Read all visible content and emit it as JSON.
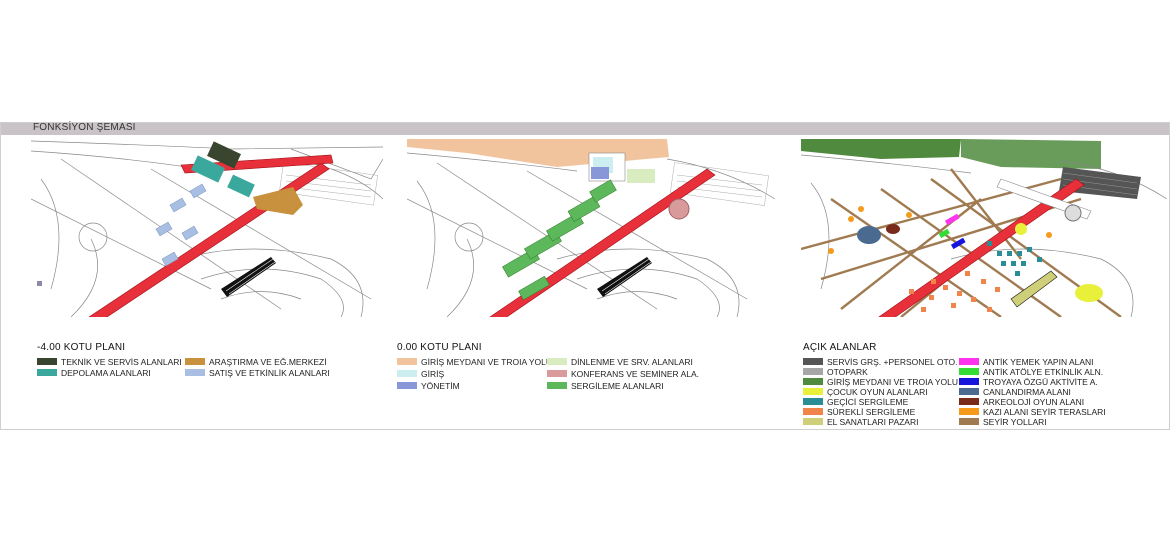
{
  "header": {
    "title": "FONKSİYON ŞEMASI"
  },
  "panels": [
    {
      "plan_label": "-4.00 KOTU PLANI",
      "legend": [
        {
          "label": "TEKNİK VE SERVİS ALANLARI",
          "color": "#3a4530"
        },
        {
          "label": "DEPOLAMA ALANLARI",
          "color": "#3aa89c"
        },
        {
          "label": "ARAŞTIRMA VE EĞ.MERKEZİ",
          "color": "#c8913e"
        },
        {
          "label": "SATIŞ VE ETKİNLİK ALANLARI",
          "color": "#a8bfe3"
        }
      ]
    },
    {
      "plan_label": "0.00 KOTU PLANI",
      "legend": [
        {
          "label": "GİRİŞ MEYDANI VE TROIA YOLU",
          "color": "#f2c49d"
        },
        {
          "label": "GİRİŞ",
          "color": "#cdeef0"
        },
        {
          "label": "YÖNETİM",
          "color": "#8797d8"
        },
        {
          "label": "DİNLENME VE SRV. ALANLARI",
          "color": "#d9ecc0"
        },
        {
          "label": "KONFERANS VE SEMİNER ALA.",
          "color": "#d99a9c"
        },
        {
          "label": "SERGİLEME ALANLARI",
          "color": "#5cb85a"
        }
      ]
    },
    {
      "plan_label": "AÇIK ALANLAR",
      "legend": [
        {
          "label": "SERVİS GRŞ. +PERSONEL OTO.",
          "color": "#555555"
        },
        {
          "label": "OTOPARK",
          "color": "#a6a6a6"
        },
        {
          "label": "GİRİŞ MEYDANI VE TROIA YOLU",
          "color": "#4f8a3e"
        },
        {
          "label": "ÇOCUK OYUN ALANLARI",
          "color": "#e8f03a"
        },
        {
          "label": "GEÇİCİ SERGİLEME",
          "color": "#2a8c95"
        },
        {
          "label": "SÜREKLİ SERGİLEME",
          "color": "#f0844a"
        },
        {
          "label": "EL SANATLARI PAZARI",
          "color": "#cfcf7a"
        },
        {
          "label": "ANTİK YEMEK YAPIN ALANI",
          "color": "#ff33ee"
        },
        {
          "label": "ANTİK ATÖLYE ETKİNLİK ALN.",
          "color": "#33dd33"
        },
        {
          "label": "TROYAYA ÖZGÜ AKTİVİTE A.",
          "color": "#1515dd"
        },
        {
          "label": "CANLANDIRMA ALANI",
          "color": "#4a6a90"
        },
        {
          "label": "ARKEOLOJİ OYUN ALANI",
          "color": "#7a2a1a"
        },
        {
          "label": "KAZI ALANI SEYİR TERASLARI",
          "color": "#f59a1a"
        },
        {
          "label": "SEYİR YOLLARI",
          "color": "#a07a50"
        }
      ]
    }
  ],
  "colors": {
    "spine": "#e8303a",
    "linework": "#777777"
  }
}
